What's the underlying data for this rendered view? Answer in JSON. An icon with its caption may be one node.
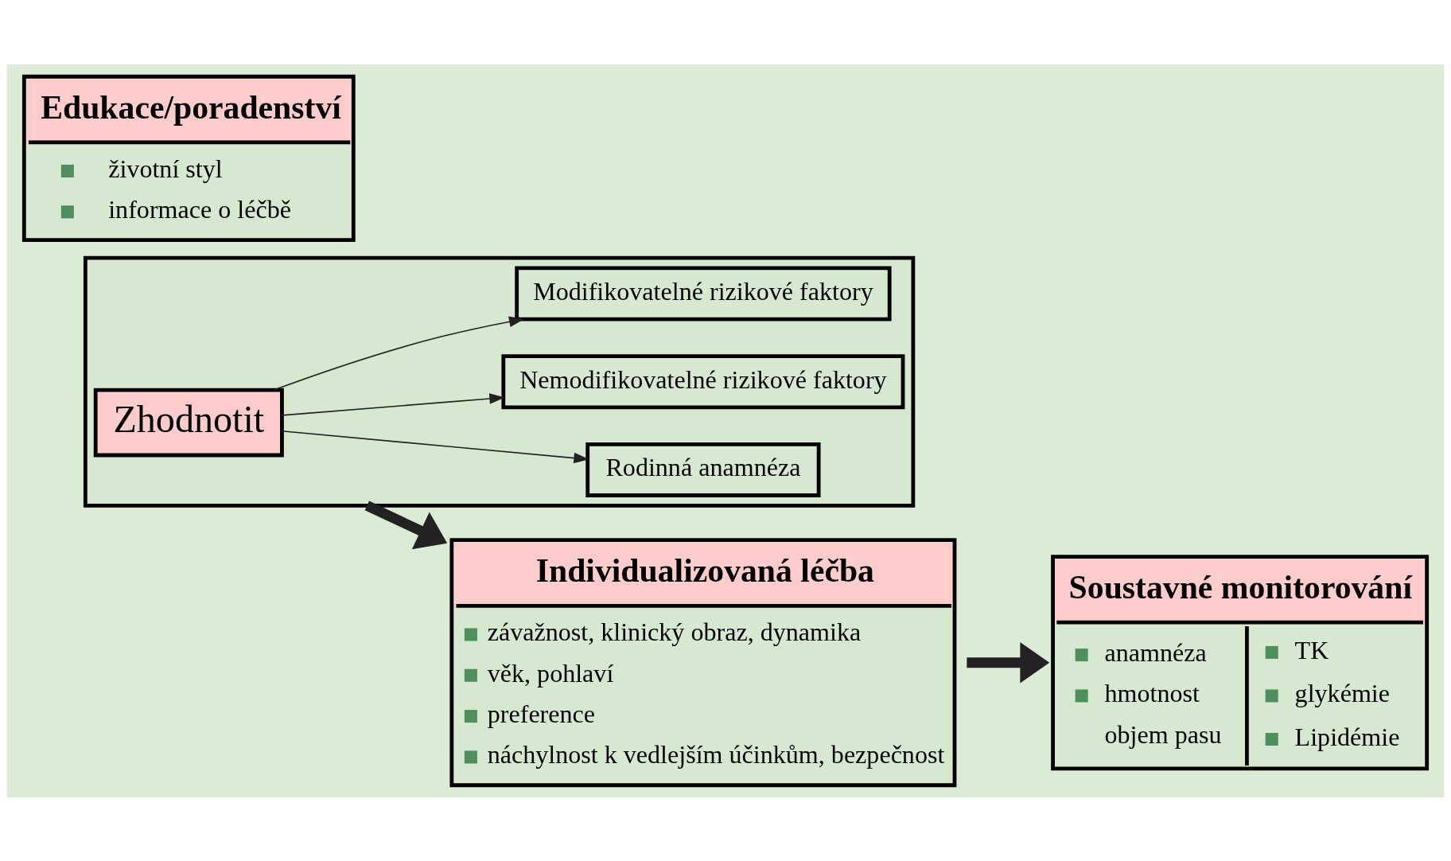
{
  "diagram": {
    "nodes": [
      {
        "text": [],
        "shape": "box"
      },
      {
        "text": [
          "Zhodnotit"
        ],
        "in": 0
      },
      {
        "text": [
          "Rodinná anamnéza"
        ],
        "in": 0
      },
      {
        "text": [
          "Nemodifikovatelné rizikové faktory"
        ],
        "in": 0
      },
      {
        "text": [
          "Modifikovatelné rizikové faktory"
        ],
        "in": 0
      },
      {
        "text": [
          "Individualizovaná léčba",
          "závažnost, klinický obraz, dynamika",
          "věk, pohlaví",
          "preference",
          "náchylnost k vedlejším účinkům, bezpečnost"
        ]
      },
      {
        "text": [
          "Edukace/poradenství",
          "životní styl",
          "informace o léčbě"
        ]
      },
      {
        "text": [
          "Soustavné monitorování",
          "anamnéza",
          "hmotnost",
          "objem pasu",
          "TK",
          "glykémie",
          "Lipidémie"
        ]
      }
    ],
    "edges": [
      {
        "from": 1,
        "to": 2,
        "arrow": "to"
      },
      {
        "from": 1,
        "to": 3,
        "arrow": "to"
      },
      {
        "from": 1,
        "to": 4,
        "arrow": "to"
      },
      {
        "from": 0,
        "to": 5,
        "arrow": "to",
        "style": "thick"
      },
      {
        "from": 5,
        "to": 7,
        "arrow": "to",
        "style": "thick"
      }
    ]
  }
}
